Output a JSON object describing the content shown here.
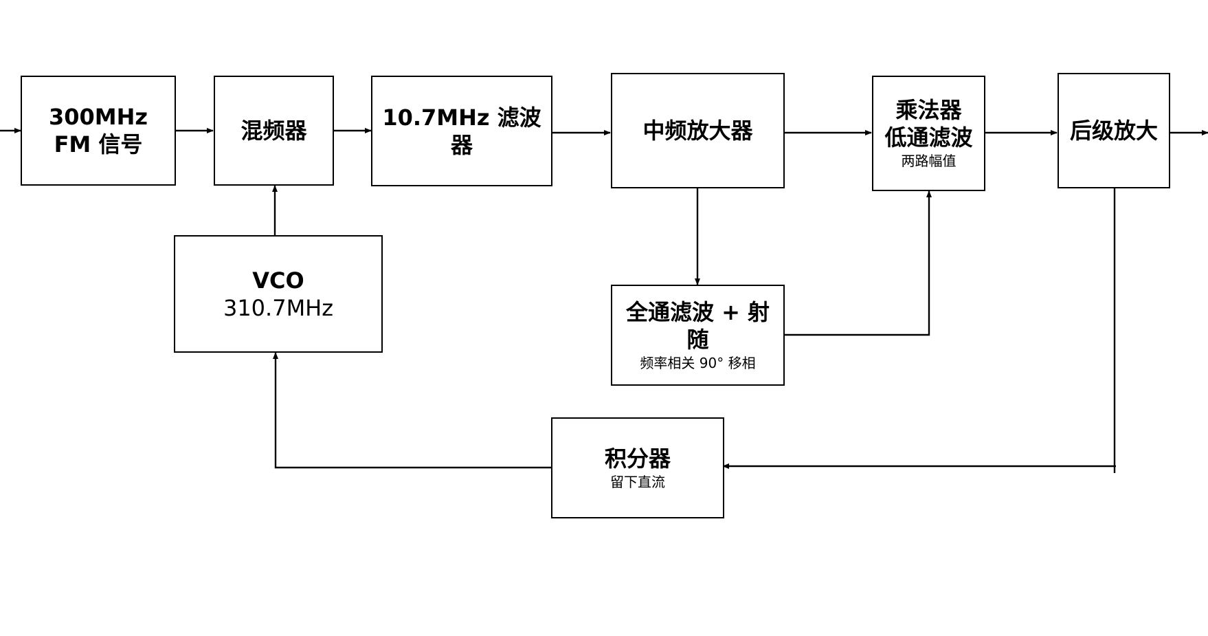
{
  "blocks": {
    "fm_source": {
      "line1": "300MHz",
      "line2": "FM 信号"
    },
    "mixer": {
      "title": "混频器"
    },
    "filter_10_7": {
      "line1": "10.7MHz 滤波",
      "line2": "器"
    },
    "if_amp": {
      "title": "中频放大器"
    },
    "multiplier_lpf": {
      "line1": "乘法器",
      "line2": "低通滤波",
      "sub": "两路幅值"
    },
    "post_amp": {
      "title": "后级放大"
    },
    "vco": {
      "title": "VCO",
      "sub": "310.7MHz"
    },
    "allpass": {
      "line1": "全通滤波 + 射",
      "line2": "随",
      "sub": "频率相关  90°  移相"
    },
    "integrator": {
      "title": "积分器",
      "sub": "留下直流"
    }
  }
}
